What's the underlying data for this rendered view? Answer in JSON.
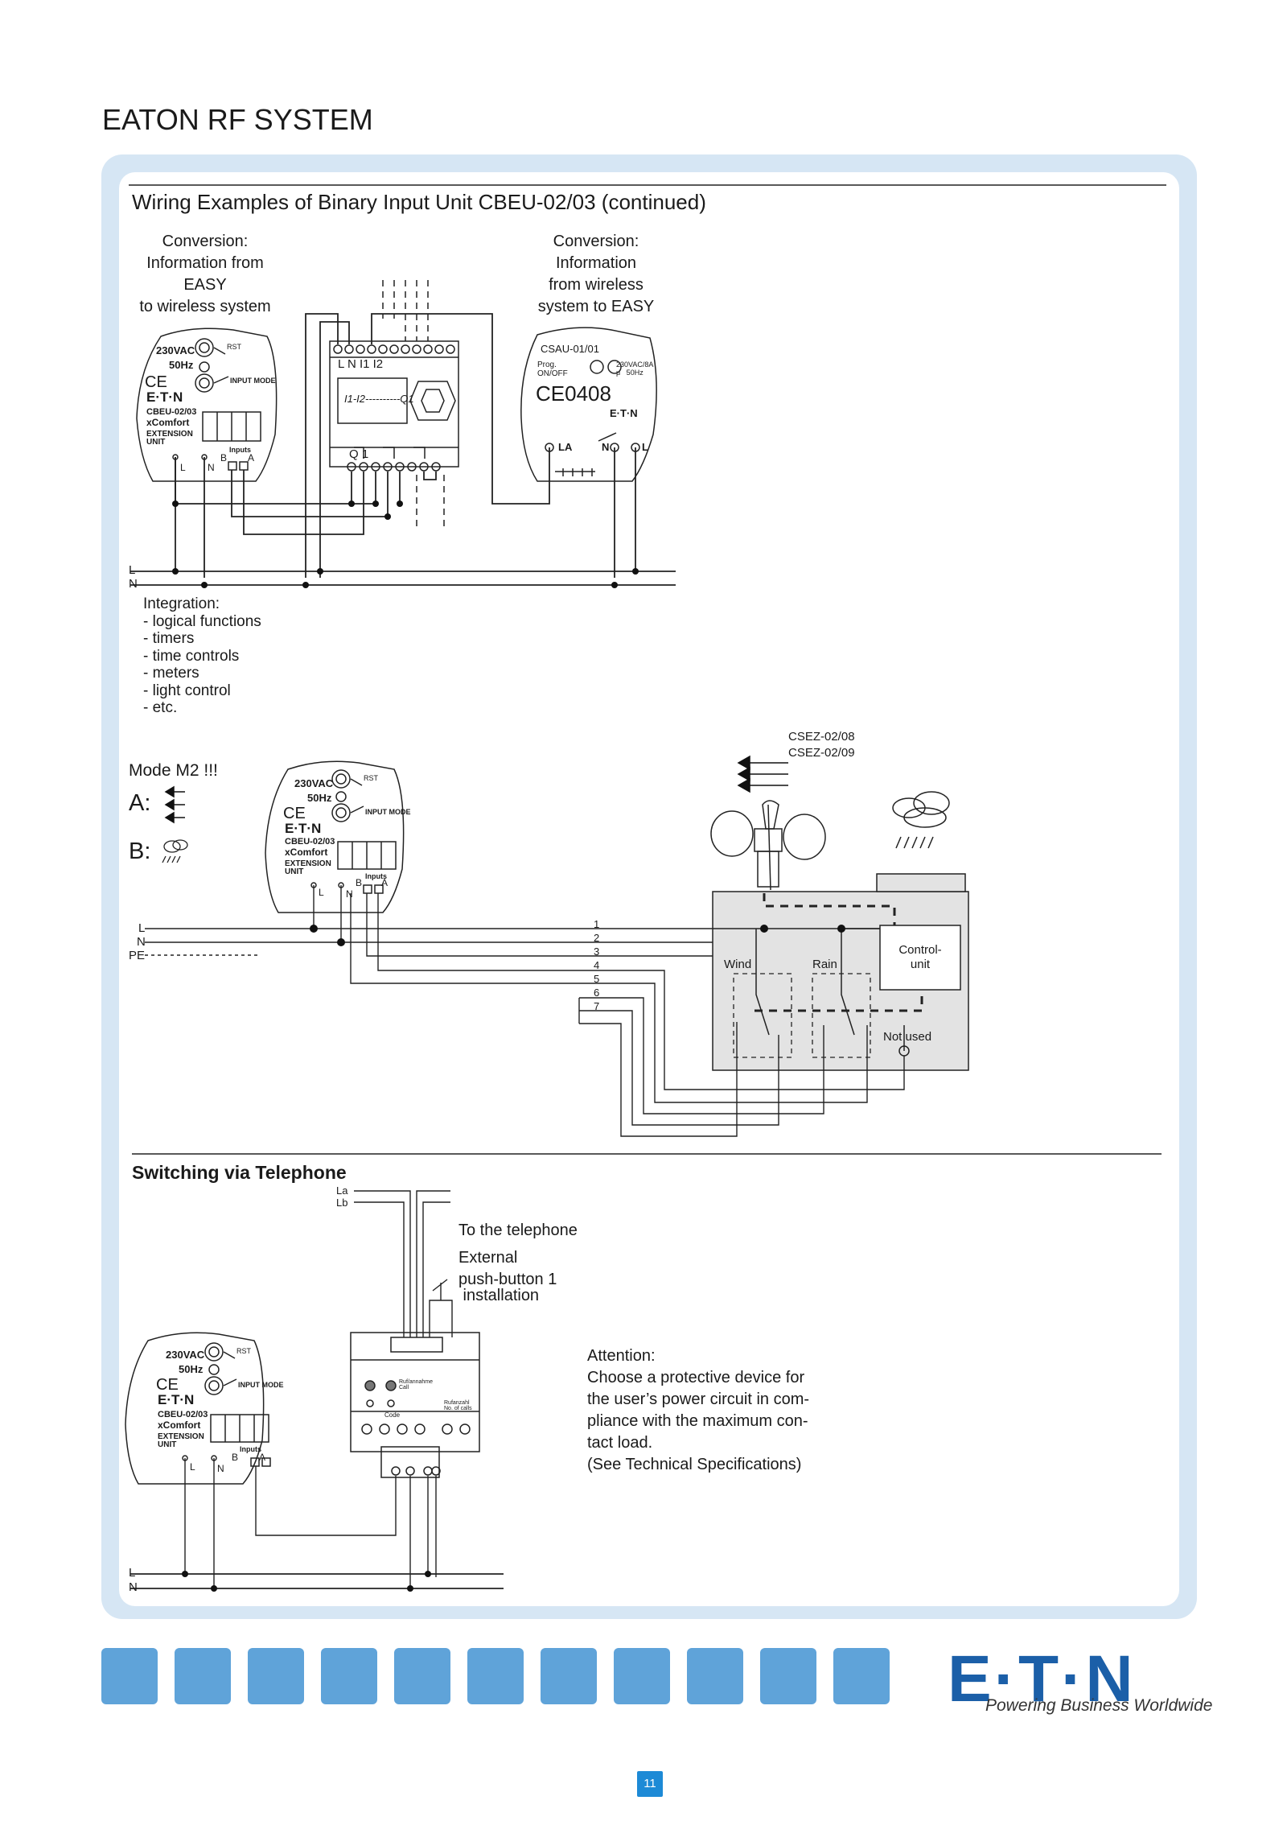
{
  "header": {
    "title": "EATON RF SYSTEM"
  },
  "section": {
    "title": "Wiring Examples of Binary Input Unit CBEU-02/03 (continued)"
  },
  "diagram1": {
    "left_caption": [
      "Conversion:",
      "Information from",
      "EASY",
      "to wireless system"
    ],
    "right_caption": [
      "Conversion:",
      "Information",
      "from wireless",
      "system to EASY"
    ],
    "line_l": "L",
    "line_n": "N",
    "integration": [
      "Integration:",
      "- logical functions",
      "- timers",
      "- time controls",
      "- meters",
      "- light control",
      "- etc."
    ],
    "easy_terminals": "L  N   I1 I2",
    "easy_display": "I1-I2----------Q1",
    "easy_q1": "Q 1",
    "csau_model": "CSAU-01/01",
    "csau_prog": "Prog.\nON/OFF",
    "csau_rating": "230VAC/8A\nμ   50Hz",
    "csau_ce": "CE0408",
    "csau_la": "LA",
    "csau_n": "N",
    "csau_l": "L"
  },
  "unit_labels": {
    "voltage": "230VAC",
    "freq": "50Hz",
    "rst": "RST",
    "input_mode": "INPUT MODE",
    "ce": "CE",
    "brand": "E·T·N",
    "model": "CBEU-02/03",
    "series": "xComfort",
    "ext1": "EXTENSION",
    "ext2": "UNIT",
    "inputs": "Inputs",
    "b": "B",
    "a": "A",
    "l": "L",
    "n": "N"
  },
  "diagram2": {
    "mode": "Mode M2 !!!",
    "a_label": "A:",
    "b_label": "B:",
    "models": [
      "CSEZ-02/08",
      "CSEZ-02/09"
    ],
    "line_l": "L",
    "line_n": "N",
    "line_pe": "PE",
    "wire_numbers": [
      "1",
      "2",
      "3",
      "4",
      "5",
      "6",
      "7"
    ],
    "control_unit": [
      "Control-",
      "unit"
    ],
    "wind": "Wind",
    "rain": "Rain",
    "not_used": "Not used"
  },
  "diagram3": {
    "title": "Switching via Telephone",
    "la": "La",
    "lb": "Lb",
    "telephone": [
      "To the telephone",
      " installation"
    ],
    "external": [
      "External",
      "push-button 1"
    ],
    "attention": [
      "Attention:",
      "Choose a protective device for",
      "the user’s power circuit in com-",
      "pliance with the maximum con-",
      "tact load.",
      "(See Technical Specifications)"
    ],
    "line_l": "L",
    "line_n": "N",
    "device_top": "Ruf/annahme\nCall",
    "device_code": "Code",
    "device_calls": "Rufanzahl\nNo. of calls"
  },
  "footer": {
    "logo": "E·T·N",
    "tagline": "Powering Business Worldwide",
    "page_number": "11",
    "square_color": "#5fa3d9",
    "accent": "#1b5fa8"
  }
}
